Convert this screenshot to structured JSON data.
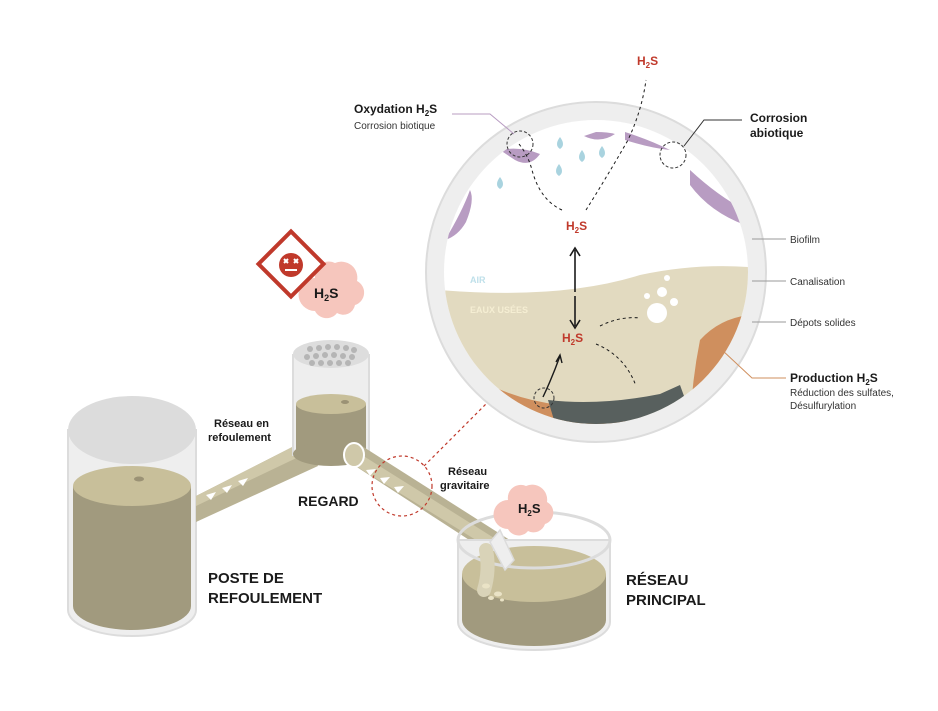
{
  "labels": {
    "poste_line1": "POSTE DE",
    "poste_line2": "REFOULEMENT",
    "regard": "REGARD",
    "reseau_principal_line1": "RÉSEAU",
    "reseau_principal_line2": "PRINCIPAL",
    "refoulement_line1": "Réseau en",
    "refoulement_line2": "refoulement",
    "gravitaire_line1": "Réseau",
    "gravitaire_line2": "gravitaire"
  },
  "h2s": {
    "main": "H",
    "sub": "2",
    "tail": "S"
  },
  "circle": {
    "air": "AIR",
    "eaux": "EAUX USÉES"
  },
  "callouts": {
    "oxydation_title": "Oxydation H",
    "oxydation_sub": "2",
    "oxydation_tail": "S",
    "oxydation_desc": "Corrosion biotique",
    "corrosion_line1": "Corrosion",
    "corrosion_line2": "abiotique",
    "biofilm": "Biofilm",
    "canalisation": "Canalisation",
    "depots": "Dépots solides",
    "production_title": "Production H",
    "production_sub": "2",
    "production_tail": "S",
    "production_desc1": "Réduction des sulfates,",
    "production_desc2": "Désulfurylation"
  },
  "colors": {
    "red": "#c0392b",
    "sewage_light": "#c8bf9a",
    "sewage_dark": "#a19a7e",
    "biofilm_purple": "#b89cc2",
    "sediment_orange": "#cf8f5e",
    "sediment_dark": "#58605e",
    "cloud_pink": "#f6c6bd",
    "water_drop": "#a9d3df"
  }
}
